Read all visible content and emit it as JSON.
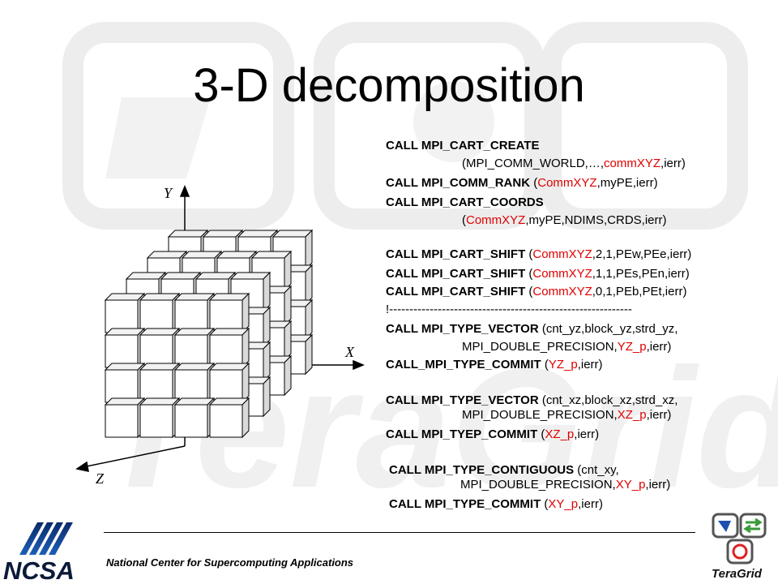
{
  "slide": {
    "title": "3-D decomposition",
    "footer": "National Center for Supercomputing Applications"
  },
  "axes": {
    "y": "Y",
    "x": "X",
    "z": "Z"
  },
  "logos": {
    "left": "NCSA",
    "right": "TeraGrid"
  },
  "code": {
    "l1_k": "CALL MPI_CART_CREATE",
    "l2_a": "(MPI_COMM_WORLD,…,",
    "l2_r": "commXYZ",
    "l2_b": ",ierr)",
    "l3_k": "CALL MPI_COMM_RANK",
    "l3_a": " (",
    "l3_r": "CommXYZ",
    "l3_b": ",myPE,ierr)",
    "l4_k": "CALL MPI_CART_COORDS",
    "l5_a": "(",
    "l5_r": "CommXYZ",
    "l5_b": ",myPE,NDIMS,CRDS,ierr)",
    "l6_k": "CALL MPI_CART_SHIFT",
    "l6_a": " (",
    "l6_r": "CommXYZ",
    "l6_b": ",2,1,PEw,PEe,ierr)",
    "l7_k": "CALL MPI_CART_SHIFT",
    "l7_a": " (",
    "l7_r": "CommXYZ",
    "l7_b": ",1,1,PEs,PEn,ierr)",
    "l8_k": "CALL MPI_CART_SHIFT",
    "l8_a": " (",
    "l8_r": "CommXYZ",
    "l8_b": ",0,1,PEb,PEt,ierr)",
    "l9": "!------------------------------------------------------------",
    "l10_k": "CALL MPI_TYPE_VECTOR",
    "l10_b": " (cnt_yz,block_yz,strd_yz,",
    "l11_a": "MPI_DOUBLE_PRECISION,",
    "l11_r": "YZ_p",
    "l11_b": ",ierr)",
    "l12_k": "CALL_MPI_TYPE_COMMIT",
    "l12_a": " (",
    "l12_r": "YZ_p",
    "l12_b": ",ierr)",
    "l13_k": "CALL MPI_TYPE_VECTOR",
    "l13_b": " (cnt_xz,block_xz,strd_xz,",
    "l14_a": "MPI_DOUBLE_PRECISION,",
    "l14_r": "XZ_p",
    "l14_b": ",ierr)",
    "l15_k": "CALL MPI_TYEP_COMMIT",
    "l15_a": " (",
    "l15_r": "XZ_p",
    "l15_b": ",ierr)",
    "l16_k": "CALL MPI_TYPE_CONTIGUOUS",
    "l16_b": " (cnt_xy,",
    "l17_a": "MPI_DOUBLE_PRECISION,",
    "l17_r": "XY_p",
    "l17_b": ",ierr)",
    "l18_k": "CALL MPI_TYPE_COMMIT",
    "l18_a": " (",
    "l18_r": "XY_p",
    "l18_b": ",ierr)"
  }
}
